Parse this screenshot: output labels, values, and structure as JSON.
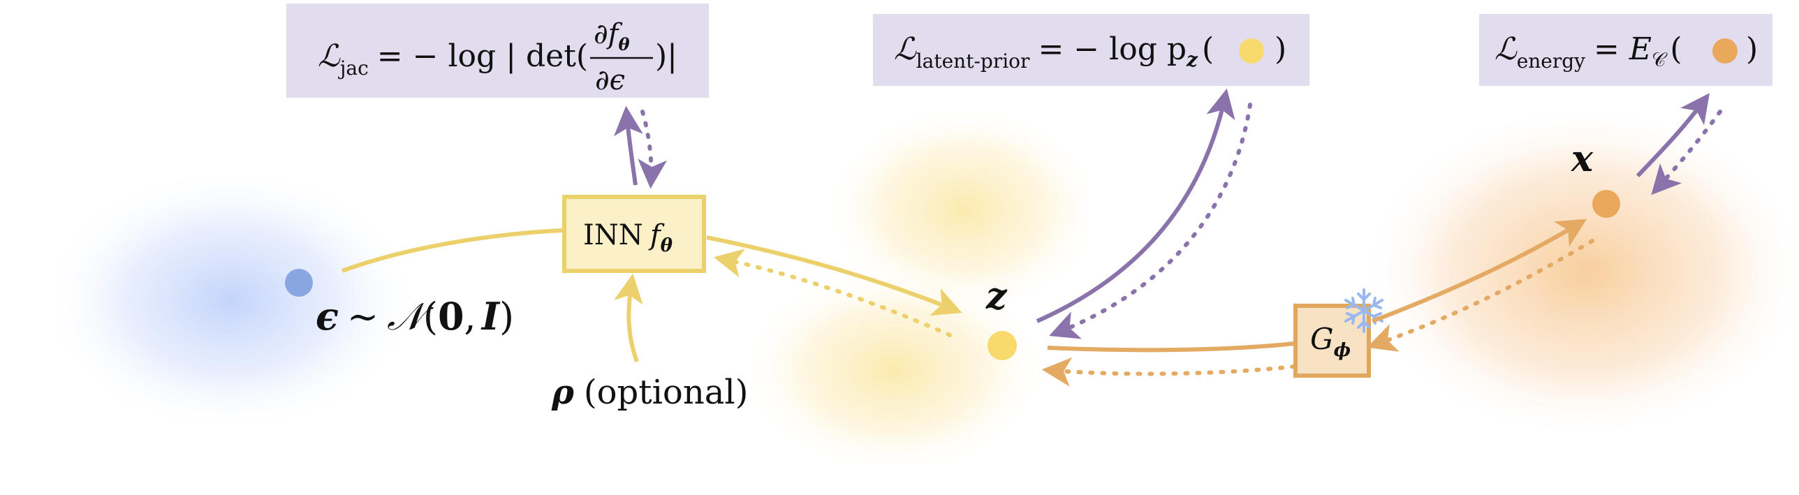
{
  "colors": {
    "loss_box_bg": "#e2dcef",
    "arrow_purple": "#8a73ab",
    "arrow_yellow": "#ecd06c",
    "arrow_orange": "#e4aa64",
    "dot_blue": "#8aa6e0",
    "dot_yellow": "#f7d96c",
    "dot_orange": "#eaa85c",
    "inn_box_fill": "#fbf0c8",
    "inn_box_stroke": "#ecd06c",
    "g_box_fill": "#f8e2c4",
    "g_box_stroke": "#e0a85c",
    "snowflake": "#9ab8ee",
    "blob_blue": "#c0d2fb",
    "blob_yellow": "#fbe9a8",
    "blob_orange": "#f8cfa0"
  },
  "nodes": {
    "inn_label": "INN",
    "inn_fn": "f",
    "inn_sub": "θ",
    "g_label": "G",
    "g_sub": "ϕ",
    "epsilon": "ϵ",
    "z": "z",
    "x": "x",
    "rho": "ρ",
    "rho_note": "(optional)",
    "noise_dist": {
      "tilde": "∼",
      "calN": "𝒩",
      "open": "(",
      "zero": "0",
      "comma": ",",
      "identity": "I",
      "close": ")"
    }
  },
  "losses": {
    "jac": {
      "symbol": "ℒ",
      "sub": "jac",
      "eq": "= − log | det(",
      "num": "∂f",
      "num_sub": "θ",
      "den": "∂ϵ",
      "tail": ")|"
    },
    "latent_prior": {
      "symbol": "ℒ",
      "sub": "latent-prior",
      "eq": "= − log p",
      "p_sub": "z",
      "open": "(",
      "close": ")"
    },
    "energy": {
      "symbol": "ℒ",
      "sub": "energy",
      "eq": "= E",
      "e_sub": "𝒞",
      "open": "(",
      "close": ")"
    }
  }
}
